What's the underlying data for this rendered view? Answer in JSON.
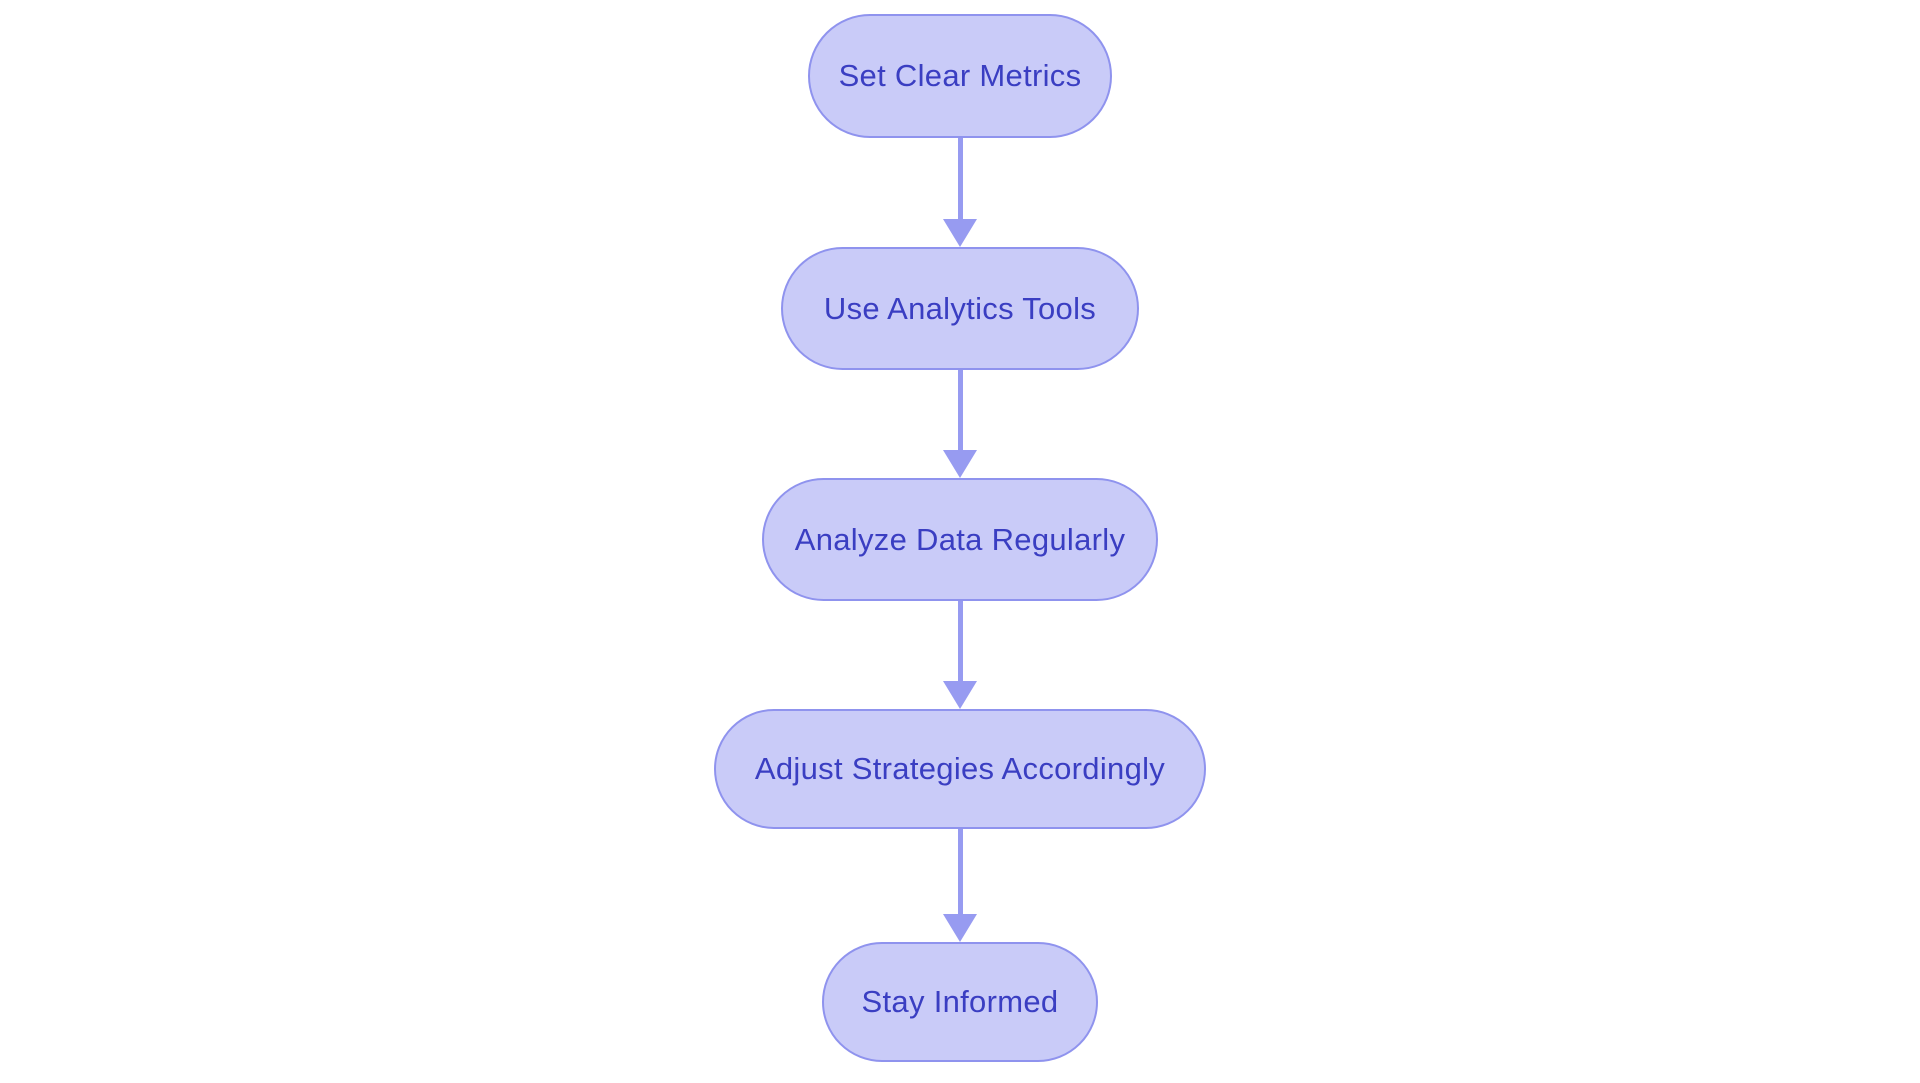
{
  "diagram": {
    "type": "flowchart",
    "direction": "top-down",
    "background_color": "#ffffff",
    "colors": {
      "node_fill": "#c9cbf8",
      "node_border": "#8f93ee",
      "node_text": "#3a3ec2",
      "arrow": "#979bf1"
    },
    "nodes": [
      {
        "id": "set-clear-metrics",
        "label": "Set Clear Metrics"
      },
      {
        "id": "use-analytics-tools",
        "label": "Use Analytics Tools"
      },
      {
        "id": "analyze-data-regularly",
        "label": "Analyze Data Regularly"
      },
      {
        "id": "adjust-strategies-accordingly",
        "label": "Adjust Strategies Accordingly"
      },
      {
        "id": "stay-informed",
        "label": "Stay Informed"
      }
    ],
    "edges": [
      {
        "from": "set-clear-metrics",
        "to": "use-analytics-tools"
      },
      {
        "from": "use-analytics-tools",
        "to": "analyze-data-regularly"
      },
      {
        "from": "analyze-data-regularly",
        "to": "adjust-strategies-accordingly"
      },
      {
        "from": "adjust-strategies-accordingly",
        "to": "stay-informed"
      }
    ]
  }
}
